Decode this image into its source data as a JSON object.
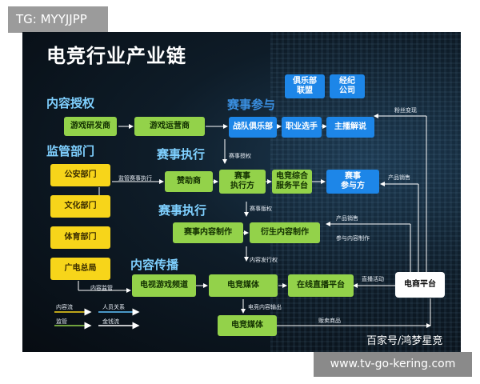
{
  "tag": "TG: MYYJJPP",
  "title": "电竞行业产业链",
  "sections": {
    "content_license": "内容授权",
    "supervision": "监管部门",
    "event_participation": "赛事参与",
    "event_execution_1": "赛事执行",
    "event_execution_2": "赛事执行",
    "content_distribution": "内容传播"
  },
  "nodes": {
    "game_dev": "游戏研发商",
    "game_ops": "游戏运营商",
    "club_league": "俱乐部\n联盟",
    "agency": "经纪\n公司",
    "team_club": "战队俱乐部",
    "pro_player": "职业选手",
    "caster": "主播解说",
    "public_security": "公安部门",
    "culture_dept": "文化部门",
    "sports_dept": "体育部门",
    "radio_tv": "广电总局",
    "sponsor": "赞助商",
    "event_exec": "赛事\n执行方",
    "esports_platform": "电竞综合\n服务平台",
    "event_participant": "赛事\n参与方",
    "event_content": "赛事内容制作",
    "derivative_content": "衍生内容制作",
    "tv_channel": "电视游戏频道",
    "esports_media_1": "电竞媒体",
    "live_platform": "在线直播平台",
    "ecommerce": "电商平台",
    "esports_media_2": "电竞媒体"
  },
  "edge_labels": {
    "supervise_event": "监管赛事执行",
    "event_license": "赛事授权",
    "broadcast_rights": "赛事版权",
    "content_rights": "内容发行权",
    "content_supervise": "内容监管",
    "fan_monetize": "粉丝变现",
    "product_sales_1": "产品销售",
    "product_sales_2": "产品销售",
    "content_making": "参与内容制作",
    "live_activity": "直播活动",
    "content_output": "电竞内容输出",
    "sell_goods": "贩卖商品"
  },
  "legend": {
    "content_flow": "内容流",
    "personnel": "人员关系",
    "supervision": "监管",
    "money_flow": "金钱流"
  },
  "watermark_bottom": "百家号/鸿梦星竞",
  "watermark_site": "www.tv-go-kering.com",
  "colors": {
    "green": "#93d24a",
    "yellow": "#f7d51a",
    "blue": "#1d86e8"
  }
}
